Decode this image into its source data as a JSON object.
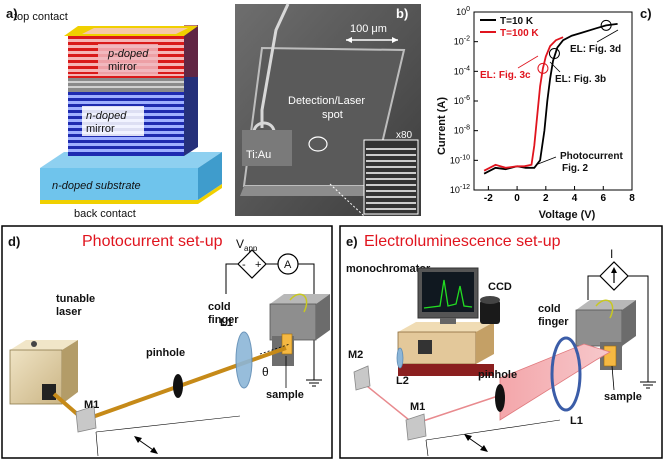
{
  "panel_a": {
    "letter": "a)",
    "top_contact": "top contact",
    "p_mirror_1": "p-doped",
    "p_mirror_2": "mirror",
    "n_mirror_1": "n-doped",
    "n_mirror_2": "mirror",
    "substrate": "n-doped substrate",
    "back_contact": "back contact"
  },
  "panel_b": {
    "letter": "b)",
    "scale": "100 μm",
    "detection_1": "Detection/Laser",
    "detection_2": "spot",
    "metal": "Ti:Au",
    "zoom": "x80"
  },
  "panel_c": {
    "letter": "c)",
    "ylabel": "Current (A)",
    "xlabel": "Voltage (V)",
    "legend": [
      "T=10 K",
      "T=100 K"
    ],
    "ann_el_3d": "EL: Fig. 3d",
    "ann_el_3c": "EL: Fig. 3c",
    "ann_el_3b": "EL: Fig. 3b",
    "ann_pc_1": "Photocurrent",
    "ann_pc_2": "Fig. 2"
  },
  "chart_data": {
    "type": "line",
    "xlabel": "Voltage (V)",
    "ylabel": "Current (A)",
    "xlim": [
      -3,
      8
    ],
    "ylim_log10": [
      -12,
      0
    ],
    "yscale": "log",
    "x_ticks": [
      "-2",
      "0",
      "2",
      "4",
      "6",
      "8"
    ],
    "y_ticks": [
      "10^0",
      "10^-2",
      "10^-4",
      "10^-6",
      "10^-8",
      "10^-10",
      "10^-12"
    ],
    "series": [
      {
        "name": "T=10 K",
        "color": "#000000",
        "x": [
          -2.3,
          -1.5,
          -0.8,
          0.0,
          0.6,
          1.2,
          1.6,
          1.9,
          2.1,
          2.3,
          2.5,
          2.8,
          3.2,
          3.8,
          4.5,
          5.5,
          6.2,
          7.0
        ],
        "log10_y": [
          -10.9,
          -10.5,
          -10.6,
          -10.4,
          -10.5,
          -10.5,
          -10.0,
          -8.0,
          -6.0,
          -4.5,
          -3.3,
          -2.4,
          -1.9,
          -1.6,
          -1.4,
          -1.1,
          -0.9,
          -0.8
        ]
      },
      {
        "name": "T=100 K",
        "color": "#e0141e",
        "x": [
          -2.3,
          -1.5,
          -0.8,
          0.0,
          0.5,
          1.0,
          1.2,
          1.4,
          1.6,
          1.8,
          2.0,
          2.3,
          2.7,
          3.2
        ],
        "log10_y": [
          -10.7,
          -10.3,
          -10.5,
          -10.4,
          -10.4,
          -10.3,
          -9.0,
          -7.0,
          -5.0,
          -3.8,
          -3.0,
          -2.3,
          -1.9,
          -1.7
        ]
      }
    ]
  },
  "panel_d": {
    "letter": "d)",
    "title": "Photocurrent set-up",
    "vapp_base": "V",
    "vapp_sub": "app",
    "plus": "+",
    "minus": "-",
    "ammeter": "A",
    "cold_1": "cold",
    "cold_2": "finger",
    "laser_1": "tunable",
    "laser_2": "laser",
    "pinhole": "pinhole",
    "lens": "L1",
    "theta": "θ",
    "sample": "sample",
    "mirror": "M1"
  },
  "panel_e": {
    "letter": "e)",
    "title": "Electroluminescence set-up",
    "current": "I",
    "mono": "monochromator",
    "ccd": "CCD",
    "cold_1": "cold",
    "cold_2": "finger",
    "m2": "M2",
    "l2": "L2",
    "pinhole": "pinhole",
    "m1": "M1",
    "l1": "L1",
    "sample": "sample"
  }
}
